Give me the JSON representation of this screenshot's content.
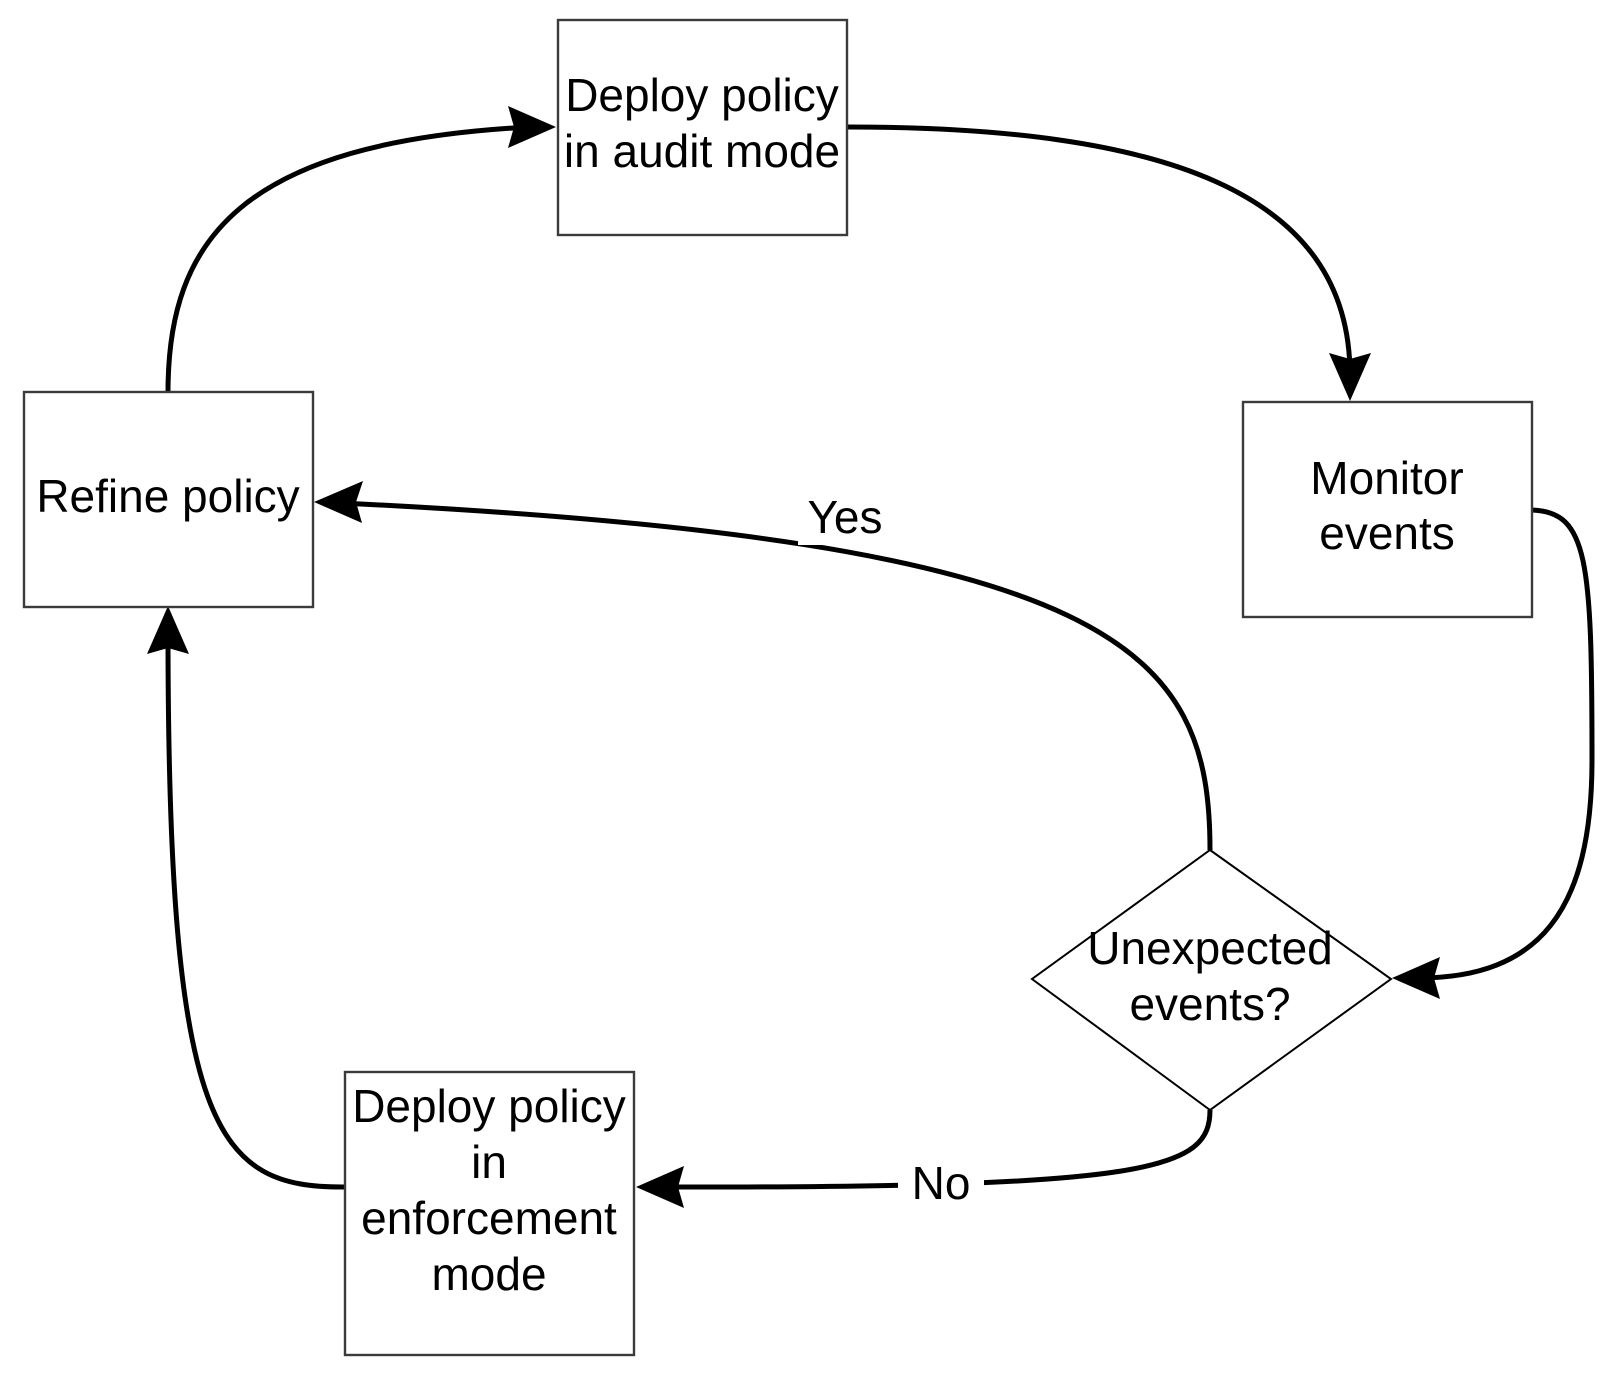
{
  "diagram": {
    "title": "Policy deployment lifecycle flowchart",
    "background_color": "#ffffff",
    "line_color": "#000000",
    "node_border_color": "#3b3b3b",
    "node_fill_color": "#ffffff",
    "nodes": [
      {
        "id": "deploy-audit",
        "shape": "rectangle",
        "lines": [
          "Deploy policy",
          "in audit mode"
        ],
        "text": "Deploy policy in audit mode"
      },
      {
        "id": "monitor-events",
        "shape": "rectangle",
        "lines": [
          "Monitor",
          "events"
        ],
        "text": "Monitor events"
      },
      {
        "id": "unexpected-events",
        "shape": "diamond",
        "lines": [
          "Unexpected",
          "events?"
        ],
        "text": "Unexpected events?"
      },
      {
        "id": "deploy-enforcement",
        "shape": "rectangle",
        "lines": [
          "Deploy policy",
          "in",
          "enforcement",
          "mode"
        ],
        "text": "Deploy policy in enforcement mode"
      },
      {
        "id": "refine-policy",
        "shape": "rectangle",
        "lines": [
          "Refine policy"
        ],
        "text": "Refine policy"
      }
    ],
    "edges": [
      {
        "id": "refine-to-audit",
        "from": "refine-policy",
        "to": "deploy-audit",
        "label": ""
      },
      {
        "id": "audit-to-monitor",
        "from": "deploy-audit",
        "to": "monitor-events",
        "label": ""
      },
      {
        "id": "monitor-to-decision",
        "from": "monitor-events",
        "to": "unexpected-events",
        "label": ""
      },
      {
        "id": "decision-yes-to-refine",
        "from": "unexpected-events",
        "to": "refine-policy",
        "label": "Yes"
      },
      {
        "id": "decision-no-to-enforcement",
        "from": "unexpected-events",
        "to": "deploy-enforcement",
        "label": "No"
      },
      {
        "id": "enforcement-to-refine",
        "from": "deploy-enforcement",
        "to": "refine-policy",
        "label": ""
      }
    ]
  }
}
